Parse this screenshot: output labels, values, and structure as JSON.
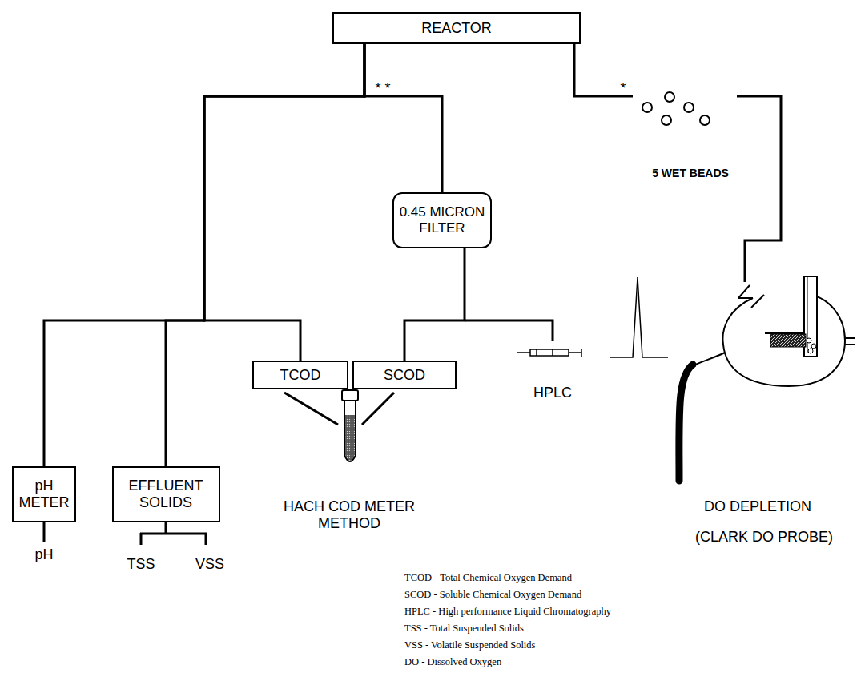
{
  "diagram": {
    "nodes": [
      {
        "text": [
          "REACTOR"
        ]
      },
      {
        "text": [
          "0.45 MICRON FILTER"
        ]
      },
      {
        "text": [
          "pH METER"
        ]
      },
      {
        "text": [
          "EFFLUENT SOLIDS"
        ]
      },
      {
        "text": [
          "TCOD"
        ]
      },
      {
        "text": [
          "SCOD"
        ]
      }
    ],
    "edges": [
      {
        "from": 0,
        "to": 1,
        "arrow": "none"
      },
      {
        "from": 0,
        "to": 2,
        "arrow": "none"
      },
      {
        "from": 0,
        "to": 3,
        "arrow": "none"
      },
      {
        "from": 0,
        "to": 4,
        "arrow": "none"
      },
      {
        "from": 1,
        "to": 5,
        "arrow": "none"
      }
    ],
    "labels": [
      "* *",
      "*",
      "5 WET BEADS",
      "HPLC",
      "HACH COD METER METHOD",
      "DO DEPLETION",
      "(CLARK DO PROBE)",
      "pH",
      "TSS",
      "VSS",
      "TCOD - Total Chemical Oxygen Demand",
      "SCOD - Soluble Chemical Oxygen Demand",
      "HPLC - High performance Liquid Chromatography",
      "TSS - Total Suspended Solids",
      "VSS - Volatile Suspended Solids",
      "DO - Dissolved Oxygen"
    ]
  }
}
